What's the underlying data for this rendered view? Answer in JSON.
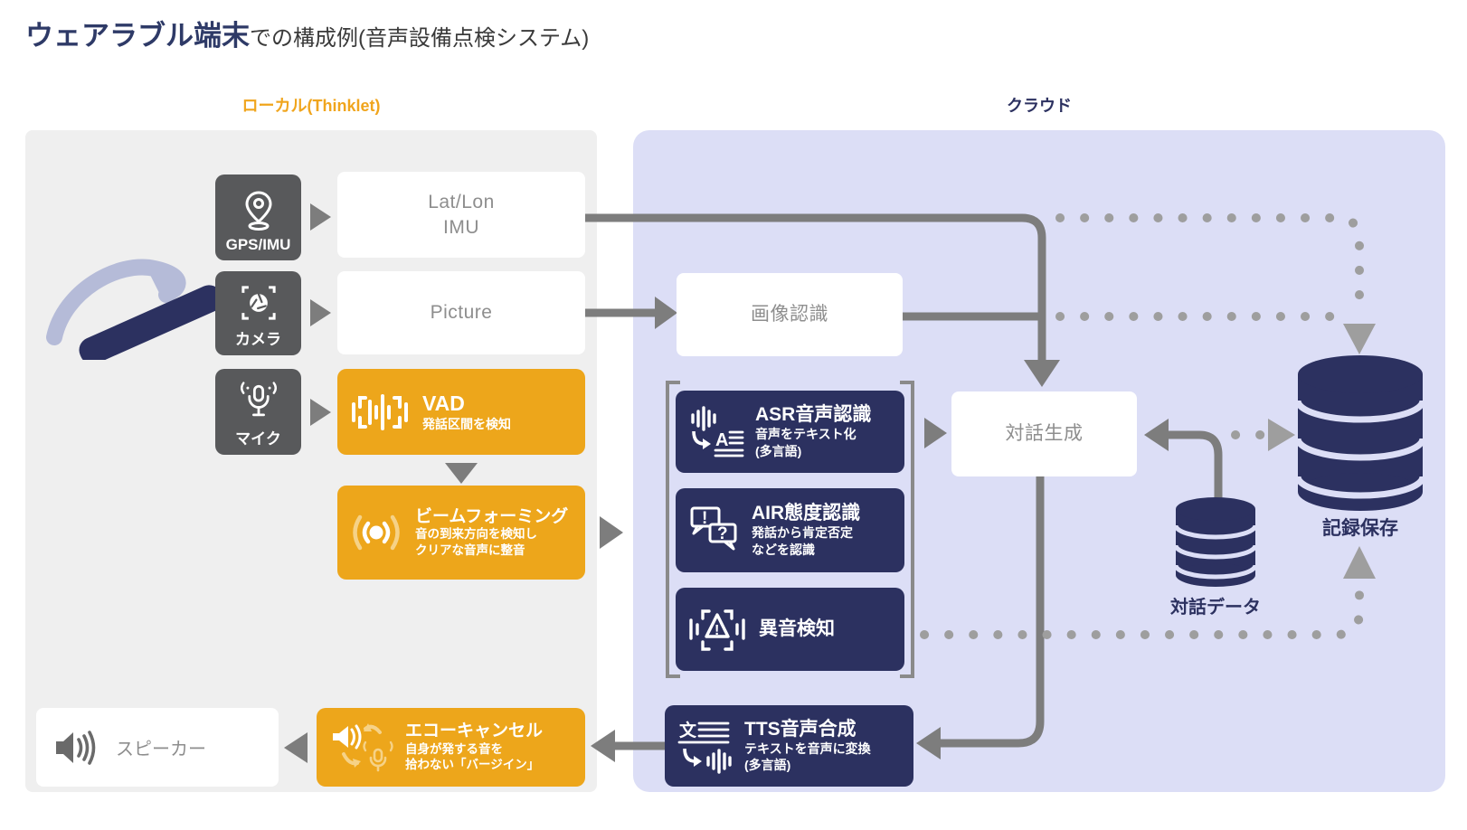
{
  "title": {
    "emphasis": "ウェアラブル端末",
    "rest": "での構成例(音声設備点検システム)"
  },
  "regions": {
    "local_label": "ローカル(Thinklet)",
    "cloud_label": "クラウド"
  },
  "local": {
    "sensors": [
      {
        "label": "GPS/IMU"
      },
      {
        "label": "カメラ"
      },
      {
        "label": "マイク"
      }
    ],
    "latlon_box": {
      "line1": "Lat/Lon",
      "line2": "IMU"
    },
    "picture_box": {
      "label": "Picture"
    },
    "vad_box": {
      "title": "VAD",
      "desc": "発話区間を検知"
    },
    "beamforming_box": {
      "title": "ビームフォーミング",
      "desc_line1": "音の到来方向を検知し",
      "desc_line2": "クリアな音声に整音"
    },
    "echo_cancel_box": {
      "title": "エコーキャンセル",
      "desc_line1": "自身が発する音を",
      "desc_line2": "拾わない「バージイン」"
    },
    "speaker_box": {
      "label": "スピーカー"
    }
  },
  "cloud": {
    "image_recognition_box": {
      "label": "画像認識"
    },
    "asr_box": {
      "title": "ASR音声認識",
      "desc_line1": "音声をテキスト化",
      "desc_line2": "(多言語)"
    },
    "air_box": {
      "title": "AIR態度認識",
      "desc_line1": "発話から肯定否定",
      "desc_line2": "などを認識"
    },
    "anomaly_box": {
      "title": "異音検知"
    },
    "tts_box": {
      "title": "TTS音声合成",
      "desc_line1": "テキストを音声に変換",
      "desc_line2": "(多言語)"
    },
    "dialogue_generation_box": {
      "label": "対話生成"
    },
    "dialogue_data_db": {
      "label": "対話データ"
    },
    "record_storage_db": {
      "label": "記録保存"
    }
  },
  "icon_glyphs": {
    "asr_letter": "A",
    "air_exclaim": "!",
    "air_question": "?",
    "anomaly_exclaim": "!",
    "tts_char": "文"
  },
  "colors": {
    "accent_orange": "#eda61b",
    "label_orange": "#f0a51d",
    "navy": "#2c3160",
    "title_navy": "#2e3a67",
    "panel_local_bg": "#efefef",
    "panel_cloud_bg": "#dcdef6",
    "sensor_box_bg": "#58595b",
    "arrow_solid": "#7d7d7d",
    "arrow_dotted": "#9e9e9e",
    "muted_text": "#8e8e8e",
    "device_band": "#b5bbd8",
    "echo_icon_cream": "#f6d287"
  }
}
